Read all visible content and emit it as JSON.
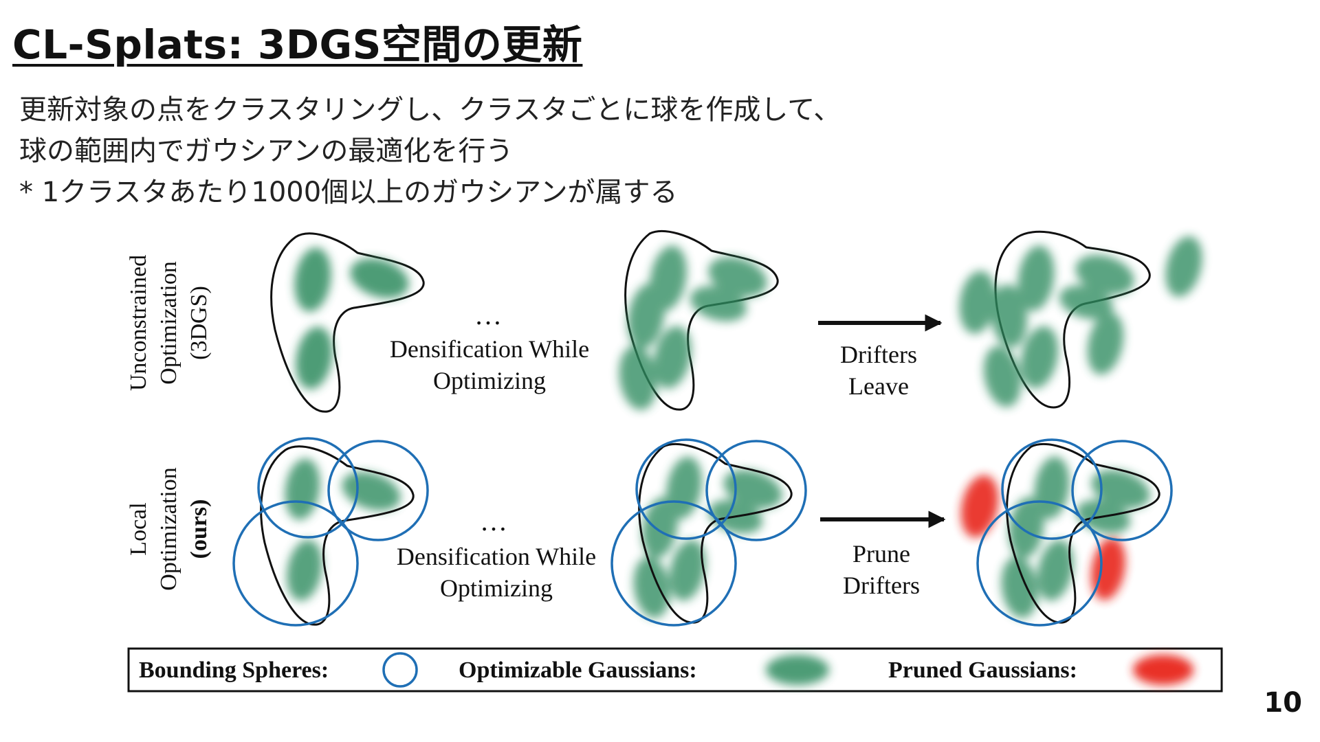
{
  "slide": {
    "title": "CL-Splats: 3DGS空間の更新",
    "body_lines": [
      "更新対象の点をクラスタリングし、クラスタごとに球を作成して、",
      "球の範囲内でガウシアンの最適化を行う",
      "* 1クラスタあたり1000個以上のガウシアンが属する"
    ],
    "page_number": "10"
  },
  "figure": {
    "rows": [
      {
        "label_lines": [
          "Unconstrained",
          "Optimization",
          "(3DGS)"
        ],
        "ellipsis": "…",
        "step_label_lines": [
          "Densification While",
          "Optimizing"
        ],
        "arrow_label_lines": [
          "Drifters",
          "Leave"
        ]
      },
      {
        "label_lines": [
          "Local",
          "Optimization",
          "(ours)"
        ],
        "ellipsis": "…",
        "step_label_lines": [
          "Densification While",
          "Optimizing"
        ],
        "arrow_label_lines": [
          "Prune",
          "Drifters"
        ]
      }
    ],
    "legend": {
      "bounding_spheres": "Bounding Spheres:",
      "optimizable_gaussians": "Optimizable Gaussians:",
      "pruned_gaussians": "Pruned Gaussians:"
    },
    "colors": {
      "gaussian_green": "#2e8b5e",
      "pruned_red": "#e8261e",
      "sphere_blue": "#1f6fb5",
      "outline": "#111111"
    }
  }
}
